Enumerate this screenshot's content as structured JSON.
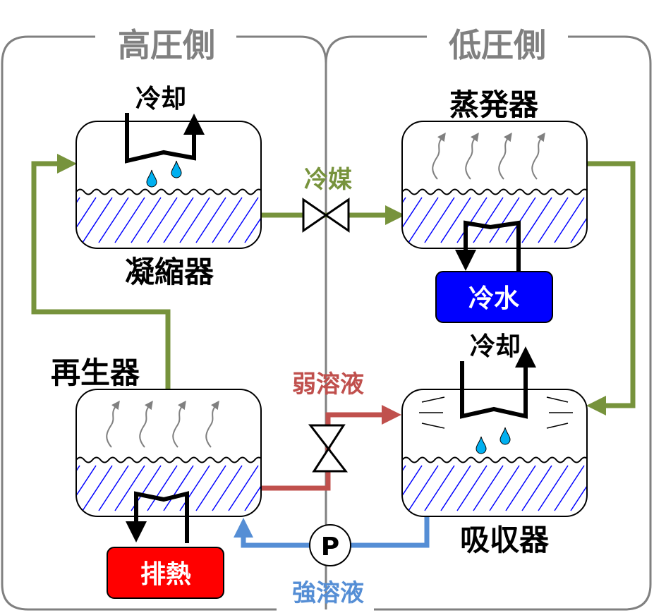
{
  "sections": {
    "high_pressure": "高圧側",
    "low_pressure": "低圧側"
  },
  "components": {
    "condenser": "凝縮器",
    "evaporator": "蒸発器",
    "regenerator": "再生器",
    "absorber": "吸収器"
  },
  "flows": {
    "refrigerant": "冷媒",
    "weak_solution": "弱溶液",
    "strong_solution": "強溶液"
  },
  "labels": {
    "condenser_cooling": "冷却",
    "absorber_cooling": "冷却",
    "chilled_water": "冷水",
    "exhaust_heat": "排熱",
    "pump": "P"
  },
  "colors": {
    "refrigerant": "#77933C",
    "weak_solution": "#C0504D",
    "strong_solution": "#558ED5",
    "chilled_water": "#0000FF",
    "exhaust_heat": "#FF0000",
    "liquid_hatch": "#0000FF",
    "droplet": "#00B0F0",
    "frame": "#808080"
  }
}
